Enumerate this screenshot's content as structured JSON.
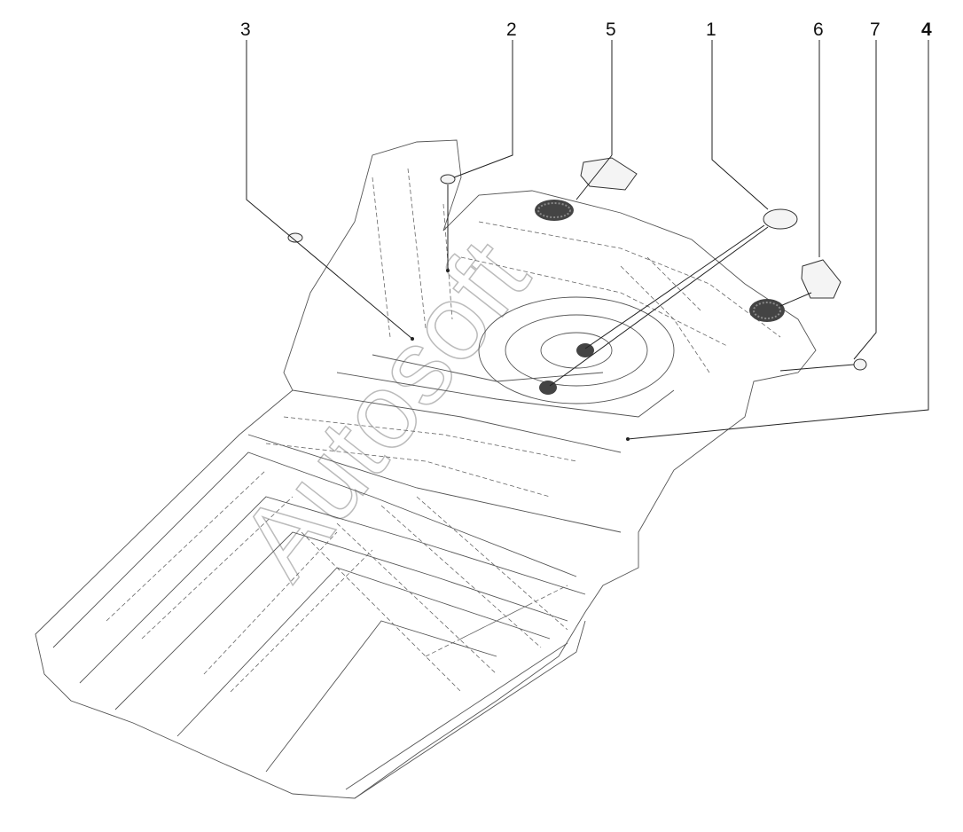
{
  "callouts": [
    {
      "id": "callout-3",
      "label": "3"
    },
    {
      "id": "callout-2",
      "label": "2"
    },
    {
      "id": "callout-5",
      "label": "5"
    },
    {
      "id": "callout-1",
      "label": "1"
    },
    {
      "id": "callout-6",
      "label": "6"
    },
    {
      "id": "callout-7",
      "label": "7"
    },
    {
      "id": "callout-4",
      "label": "4"
    }
  ],
  "watermark": "Autosoft"
}
